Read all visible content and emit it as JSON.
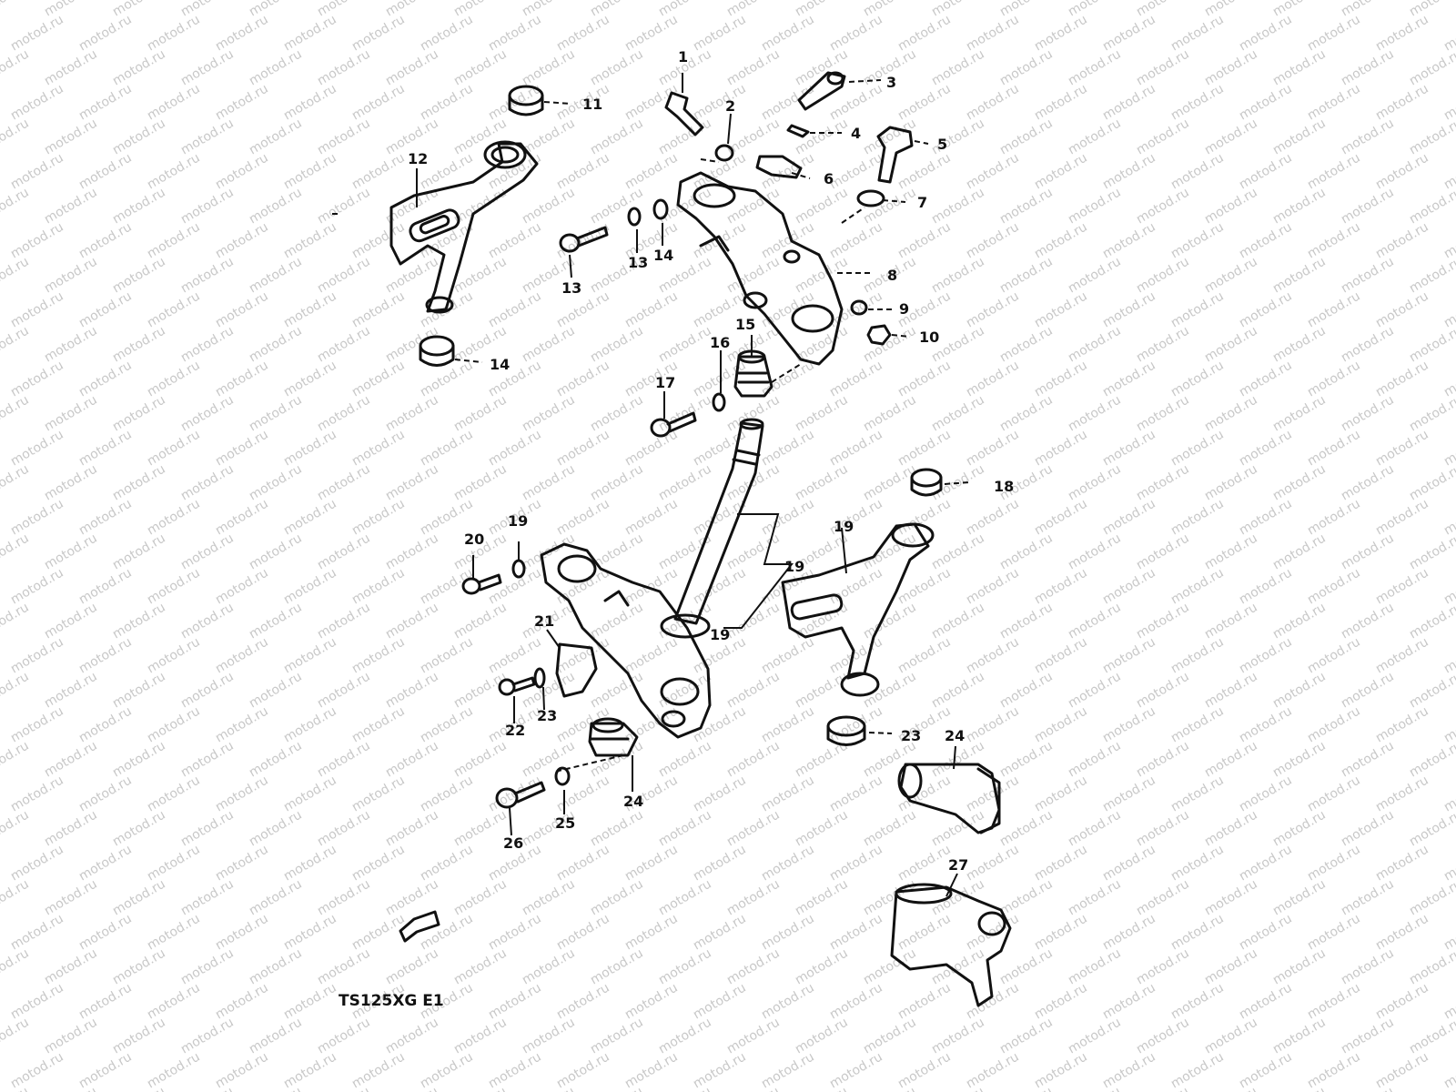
{
  "watermark": "motod.ru",
  "model_code": "TS125XG E1",
  "colors": {
    "ink": "#111111",
    "paper": "#ffffff",
    "watermark": "#c8c8c8"
  },
  "part_labels": [
    "1",
    "2",
    "3",
    "4",
    "5",
    "6",
    "7",
    "8",
    "9",
    "10",
    "11",
    "12",
    "13",
    "13",
    "14",
    "14",
    "15",
    "16",
    "17",
    "18",
    "19",
    "19",
    "19",
    "19",
    "20",
    "21",
    "22",
    "23",
    "23",
    "24",
    "24",
    "25",
    "26",
    "27"
  ]
}
